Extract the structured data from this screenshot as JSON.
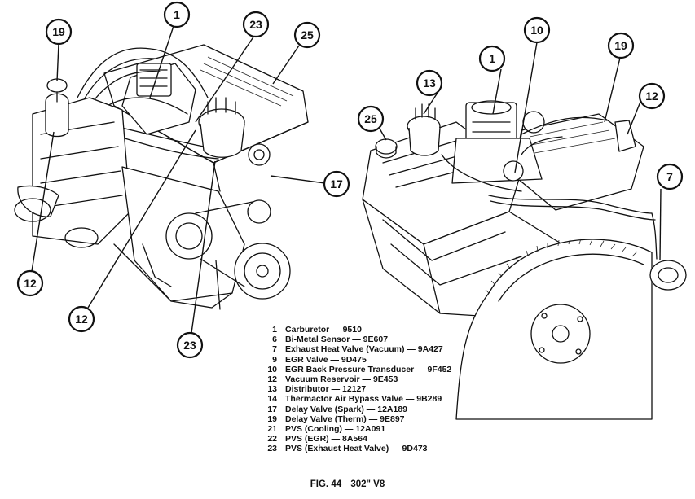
{
  "callouts": {
    "left": [
      {
        "id": "left-19",
        "label": "19"
      },
      {
        "id": "left-1",
        "label": "1"
      },
      {
        "id": "left-23-top",
        "label": "23"
      },
      {
        "id": "left-25",
        "label": "25"
      },
      {
        "id": "left-17",
        "label": "17"
      },
      {
        "id": "left-12-lower",
        "label": "12"
      },
      {
        "id": "left-12-mid",
        "label": "12"
      },
      {
        "id": "left-23-bottom",
        "label": "23"
      }
    ],
    "right": [
      {
        "id": "right-13",
        "label": "13"
      },
      {
        "id": "right-1",
        "label": "1"
      },
      {
        "id": "right-10",
        "label": "10"
      },
      {
        "id": "right-19",
        "label": "19"
      },
      {
        "id": "right-12",
        "label": "12"
      },
      {
        "id": "right-25",
        "label": "25"
      },
      {
        "id": "right-7",
        "label": "7"
      }
    ]
  },
  "legend": [
    {
      "num": "1",
      "text": "Carburetor — 9510"
    },
    {
      "num": "6",
      "text": "Bi-Metal Sensor — 9E607"
    },
    {
      "num": "7",
      "text": "Exhaust Heat Valve (Vacuum) — 9A427"
    },
    {
      "num": "9",
      "text": "EGR Valve — 9D475"
    },
    {
      "num": "10",
      "text": "EGR Back Pressure Transducer — 9F452"
    },
    {
      "num": "12",
      "text": "Vacuum Reservoir — 9E453"
    },
    {
      "num": "13",
      "text": "Distributor — 12127"
    },
    {
      "num": "14",
      "text": "Thermactor Air Bypass Valve — 9B289"
    },
    {
      "num": "17",
      "text": "Delay Valve (Spark) — 12A189"
    },
    {
      "num": "19",
      "text": "Delay Valve (Therm) — 9E897"
    },
    {
      "num": "21",
      "text": "PVS (Cooling) — 12A091"
    },
    {
      "num": "22",
      "text": "PVS (EGR) — 8A564"
    },
    {
      "num": "23",
      "text": "PVS (Exhaust Heat Valve) — 9D473"
    }
  ],
  "caption": {
    "fig": "FIG. 44",
    "title": "302\" V8"
  }
}
